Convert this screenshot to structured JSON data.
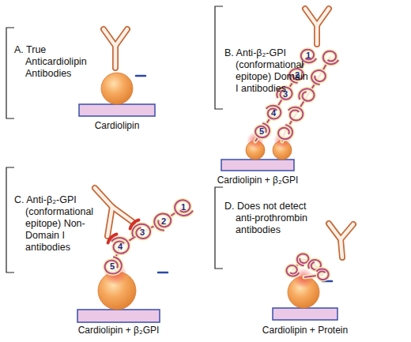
{
  "diagram": {
    "labels": [
      "A. True Anticardiolipin Antibodies",
      "Cardiolipin",
      "B. Anti-β₂-GPI (conformational epitope) Domain I antibodies",
      "1",
      "2",
      "3",
      "4",
      "5",
      "Cardiolipin + β₂GPI",
      "C. Anti-β₂-GPI (conformational epitope) Non-Domain I antibodies",
      "1",
      "2",
      "3",
      "4",
      "5",
      "Cardiolipin + β₂GPI",
      "D. Does not detect anti-prothrombin antibodies",
      "Cardiolipin + Protein"
    ]
  }
}
